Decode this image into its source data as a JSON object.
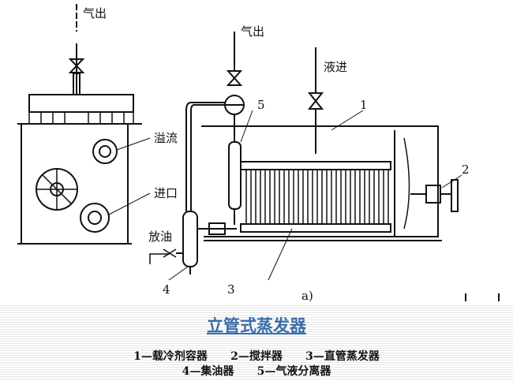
{
  "figure": {
    "labels": {
      "gas_out_left": "气出",
      "gas_out_mid": "气出",
      "liquid_in": "液进",
      "overflow": "溢流",
      "inlet": "进口",
      "oil_drain": "放油",
      "n1": "1",
      "n2": "2",
      "n3": "3",
      "n4": "4",
      "n5": "5",
      "sub": "a)"
    }
  },
  "caption": {
    "title": "立管式蒸发器",
    "legend_line1": "1—载冷剂容器      2—搅拌器      3—直管蒸发器",
    "legend_line2": "4—集油器      5—气液分离器"
  },
  "colors": {
    "title": "#3a6ea8"
  }
}
